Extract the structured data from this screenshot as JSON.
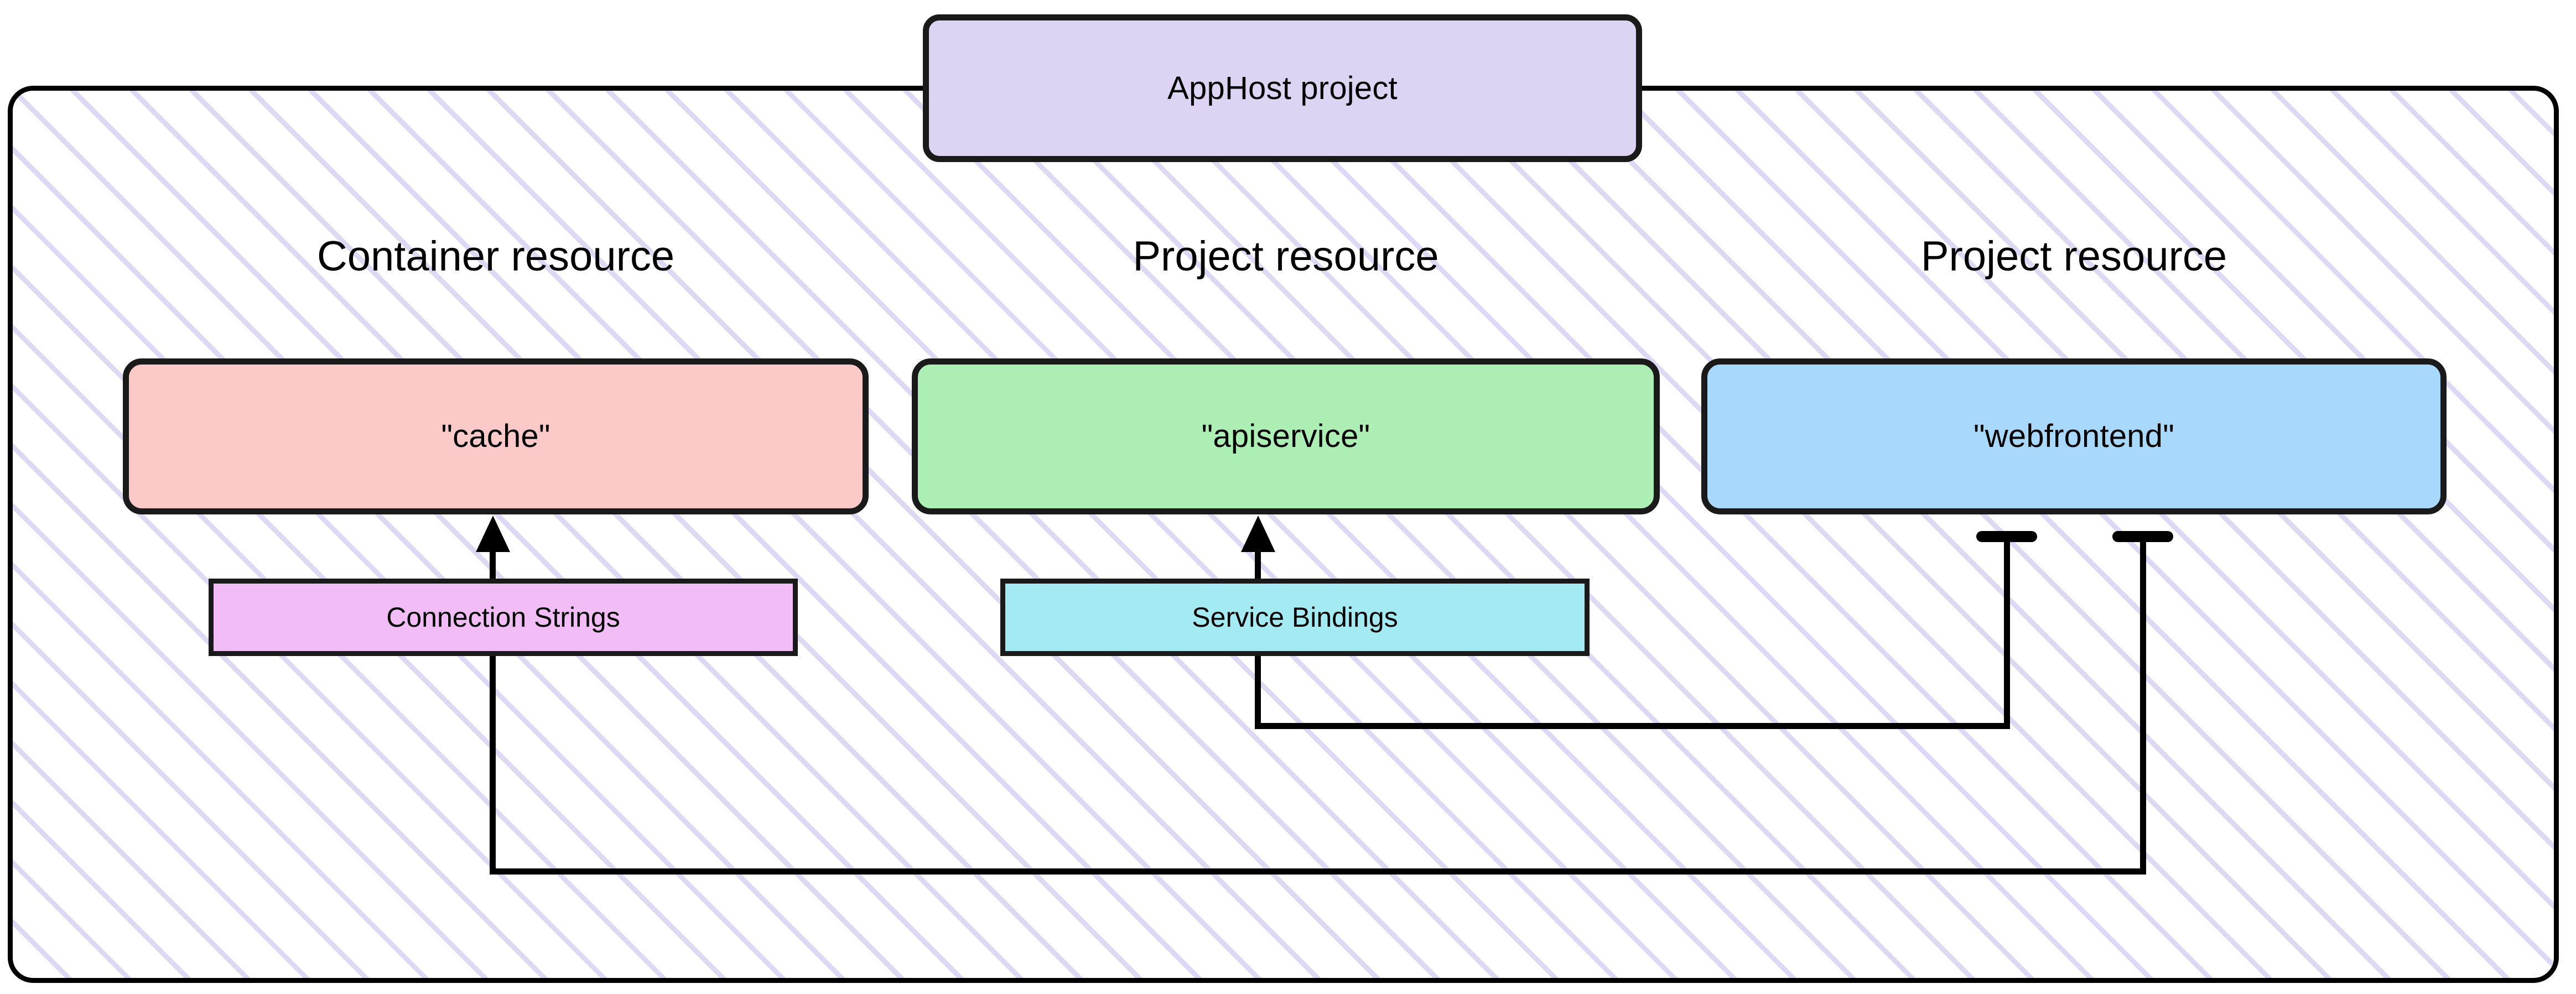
{
  "diagram": {
    "title": "AppHost project",
    "container": {
      "label": "AppHost project",
      "fill": "#ddd3f3",
      "hatch_color": "#dfd8f5",
      "border_color": "#000000"
    },
    "captions": [
      {
        "id": "container-resource",
        "text": "Container resource"
      },
      {
        "id": "project-resource-api",
        "text": "Project resource"
      },
      {
        "id": "project-resource-web",
        "text": "Project resource"
      }
    ],
    "resources": [
      {
        "id": "cache",
        "label": "\"cache\"",
        "kind": "Container resource",
        "fill": "#fcc9c9"
      },
      {
        "id": "apiservice",
        "label": "\"apiservice\"",
        "kind": "Project resource",
        "fill": "#adeeb5"
      },
      {
        "id": "webfrontend",
        "label": "\"webfrontend\"",
        "kind": "Project resource",
        "fill": "#a8d8fb"
      }
    ],
    "annotations": [
      {
        "id": "connection-strings",
        "label": "Connection Strings",
        "fill": "#f2bdf7",
        "target": "cache"
      },
      {
        "id": "service-bindings",
        "label": "Service Bindings",
        "fill": "#a4eaf2",
        "target": "apiservice"
      }
    ],
    "edges": [
      {
        "id": "webfrontend-to-cache",
        "from": "webfrontend",
        "to": "cache",
        "label": "Connection Strings",
        "arrow": "up",
        "marker_start": "tee-bar"
      },
      {
        "id": "webfrontend-to-apiservice",
        "from": "webfrontend",
        "to": "apiservice",
        "label": "Service Bindings",
        "arrow": "up",
        "marker_start": "tee-bar"
      }
    ]
  }
}
